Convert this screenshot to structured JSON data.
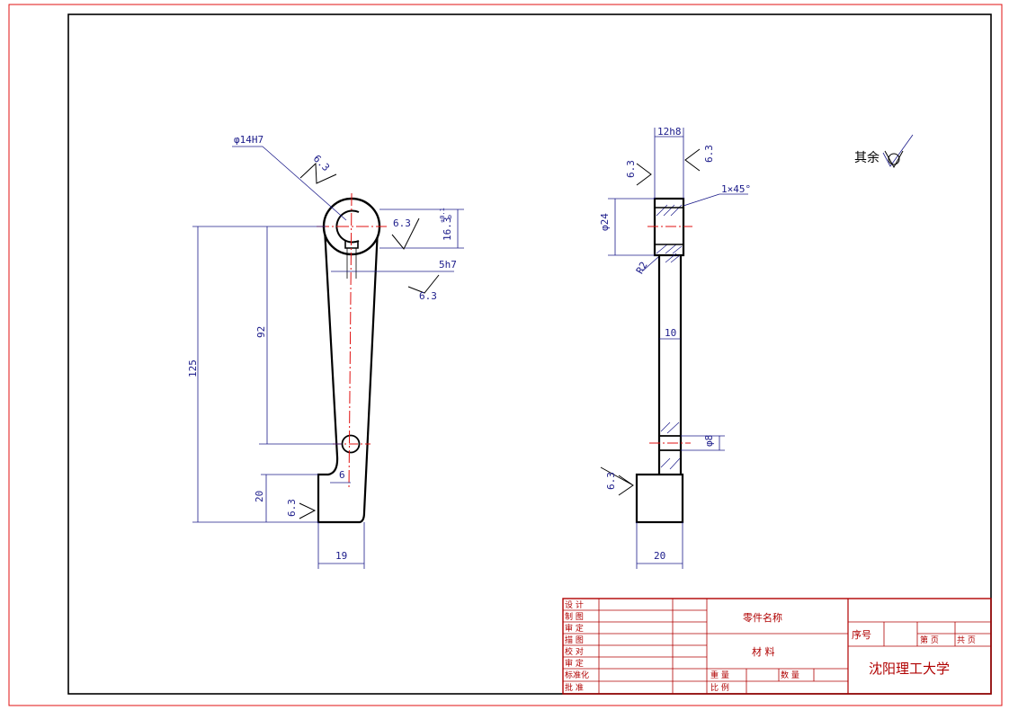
{
  "colors": {
    "frame_outer": "#e01010",
    "frame_inner": "#000000",
    "outline": "#000000",
    "dimension": "#1b1b8a",
    "center_line": "#e01010",
    "title_block": "#b00000",
    "background": "#ffffff"
  },
  "front_view": {
    "bore_label": "φ14H7",
    "bore_roughness": "6.3",
    "keyway_roughness": "6.3",
    "keyway_depth": "16.3",
    "keyway_tol_upper": "+0.1",
    "keyway_tol_lower": "0",
    "key_width": "5h7",
    "key_roughness": "6.3",
    "dim_total_height": "125",
    "dim_center_distance": "92",
    "dim_base_height": "20",
    "dim_base_width": "19",
    "dim_step": "6",
    "base_roughness": "6.3"
  },
  "side_view": {
    "width_top": "12h8",
    "roughness_left": "6.3",
    "roughness_right": "6.3",
    "chamfer": "1×45°",
    "hub_diameter": "φ24",
    "fillet": "R2",
    "web_thickness": "10",
    "hole_dim": "φ8",
    "base_roughness": "6.3",
    "base_width": "20"
  },
  "general_note": {
    "label": "其余"
  },
  "title_block": {
    "row_labels": [
      "设 计",
      "制 图",
      "审 定",
      "描 图",
      "校 对",
      "审 定",
      "标准化",
      "批 准"
    ],
    "part_name_label": "零件名称",
    "material_label": "材 料",
    "weight_label": "重 量",
    "quantity_label": "数 量",
    "scale_label": "比 例",
    "serial_label": "序号",
    "page_label": "第 页",
    "total_label": "共 页",
    "school": "沈阳理工大学"
  }
}
